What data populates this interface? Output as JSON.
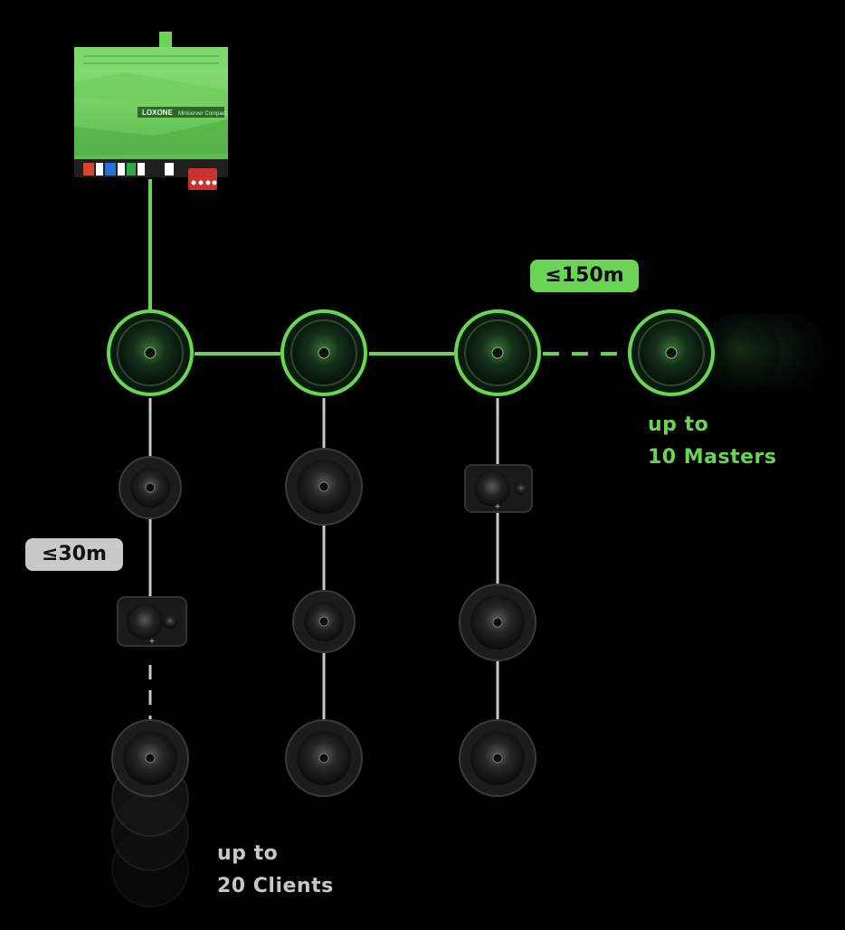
{
  "device": {
    "brand": "LOXONE",
    "model": "Miniserver Compact"
  },
  "labels": {
    "master_distance": "≤150m",
    "client_distance": "≤30m"
  },
  "captions": {
    "masters_line1": "up to",
    "masters_line2": "10 Masters",
    "clients_line1": "up to",
    "clients_line2": "20 Clients"
  },
  "colors": {
    "background": "#000000",
    "accent_green": "#6bd456",
    "line_grey": "#c9c9c9",
    "speaker_dark": "#1c1c1c"
  }
}
